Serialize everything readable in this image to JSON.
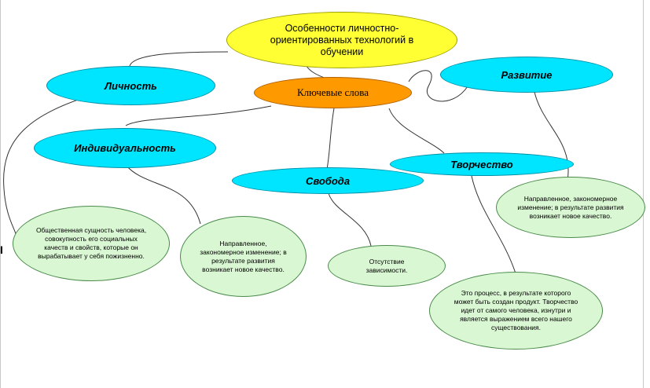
{
  "diagram": {
    "title": "Особенности личностно-ориентированных технологий в обучении",
    "center": "Ключевые слова",
    "concepts": {
      "personality": "Личность",
      "development": "Развитие",
      "individuality": "Индивидуальность",
      "freedom": "Свобода",
      "creativity": "Творчество"
    },
    "descriptions": {
      "personality": "Общественная сущность человека, совокупность его социальных качеств и свойств, которые он вырабатывает у себя пожизненно.",
      "individuality": "Направленное, закономерное изменение; в результате развития возникает новое качество.",
      "freedom": "Отсутствие зависимости.",
      "development": "Направленное, закономерное изменение; в результате развития возникает новое качество.",
      "creativity": "Это процесс, в результате которого может быть создан продукт. Творчество идет от самого человека, изнутри и является выражением всего нашего существования."
    },
    "edge_mark": "I"
  },
  "colors": {
    "title_fill": "#ffff33",
    "center_fill": "#ff9900",
    "concept_fill": "#00e5ff",
    "description_fill": "#d9f7d2",
    "connector": "#333333"
  }
}
